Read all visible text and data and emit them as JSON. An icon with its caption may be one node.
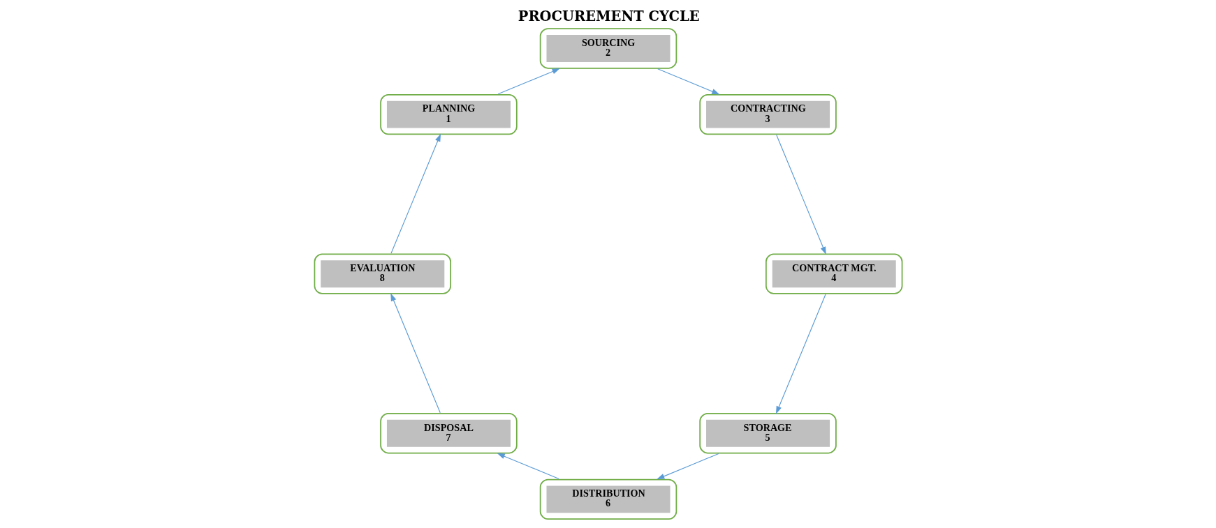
{
  "diagram": {
    "title": "PROCUREMENT CYCLE",
    "nodes": [
      {
        "text": [
          "PLANNING",
          "1"
        ]
      },
      {
        "text": [
          "SOURCING",
          "2"
        ]
      },
      {
        "text": [
          "CONTRACTING",
          "3"
        ]
      },
      {
        "text": [
          "CONTRACT MGT.",
          "4"
        ]
      },
      {
        "text": [
          "STORAGE",
          "5"
        ]
      },
      {
        "text": [
          "DISTRIBUTION",
          "6"
        ]
      },
      {
        "text": [
          "DISPOSAL",
          "7"
        ]
      },
      {
        "text": [
          "EVALUATION",
          "8"
        ]
      }
    ],
    "edges": [
      {
        "from": 0,
        "to": 1,
        "arrow": "to"
      },
      {
        "from": 1,
        "to": 2,
        "arrow": "to"
      },
      {
        "from": 2,
        "to": 3,
        "arrow": "to"
      },
      {
        "from": 3,
        "to": 4,
        "arrow": "to"
      },
      {
        "from": 4,
        "to": 5,
        "arrow": "to"
      },
      {
        "from": 5,
        "to": 6,
        "arrow": "to"
      },
      {
        "from": 6,
        "to": 7,
        "arrow": "to"
      },
      {
        "from": 7,
        "to": 0,
        "arrow": "to"
      }
    ]
  }
}
